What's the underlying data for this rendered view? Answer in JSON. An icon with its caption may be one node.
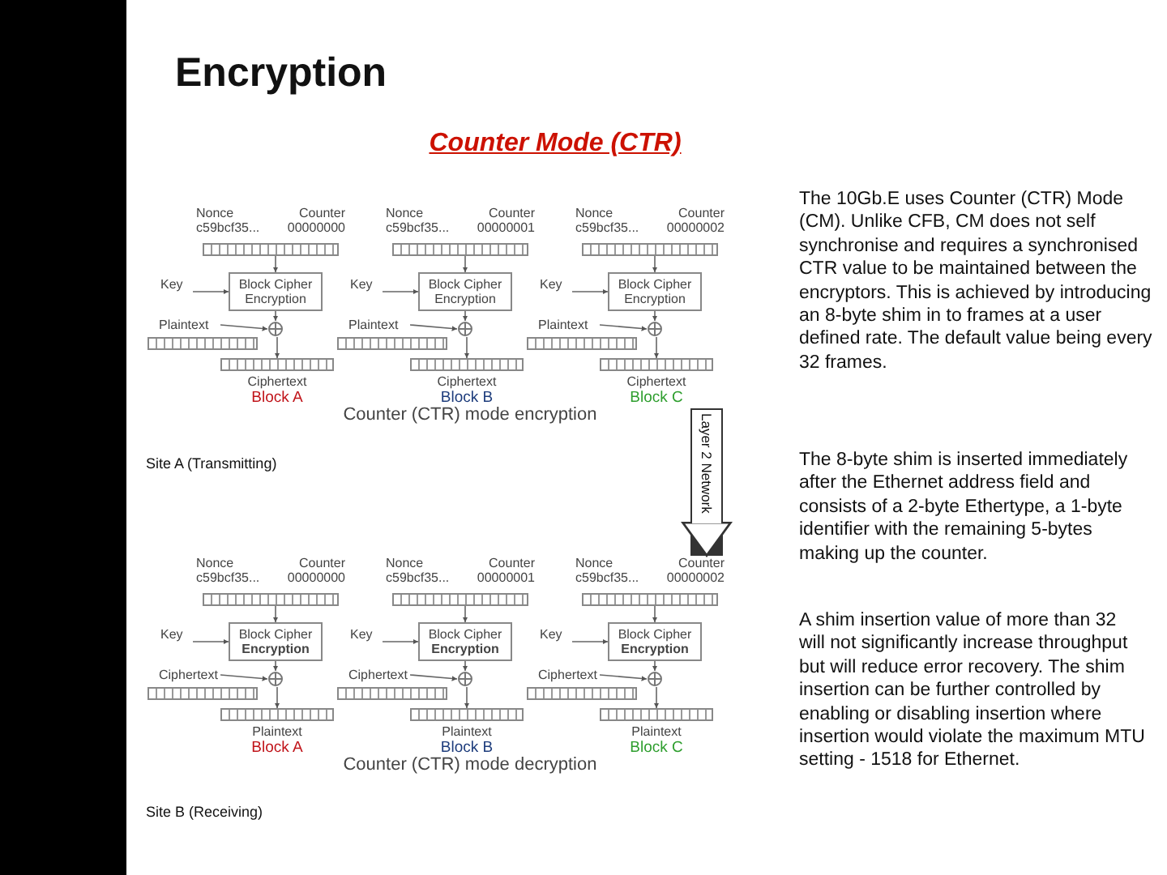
{
  "diagram": {
    "title": "Encryption",
    "nodes": [
      {
        "text": [
          "Nonce c59bcf35...",
          "Counter 00000000"
        ]
      },
      {
        "text": [
          "Key"
        ]
      },
      {
        "text": [
          "Block Cipher Encryption"
        ]
      },
      {
        "text": [],
        "shape": "circle"
      },
      {
        "text": [
          "Plaintext"
        ]
      },
      {
        "text": [
          "Ciphertext"
        ],
        "beside": [
          "Block A"
        ]
      },
      {
        "text": [
          "Nonce c59bcf35...",
          "Counter 00000001"
        ]
      },
      {
        "text": [
          "Key"
        ]
      },
      {
        "text": [
          "Block Cipher Encryption"
        ]
      },
      {
        "text": [],
        "shape": "circle"
      },
      {
        "text": [
          "Plaintext"
        ]
      },
      {
        "text": [
          "Ciphertext"
        ],
        "beside": [
          "Block B"
        ]
      },
      {
        "text": [
          "Nonce c59bcf35...",
          "Counter 00000002"
        ]
      },
      {
        "text": [
          "Key"
        ]
      },
      {
        "text": [
          "Block Cipher Encryption"
        ]
      },
      {
        "text": [],
        "shape": "circle"
      },
      {
        "text": [
          "Plaintext"
        ]
      },
      {
        "text": [
          "Ciphertext"
        ],
        "beside": [
          "Block C"
        ]
      },
      {
        "text": [
          "Nonce c59bcf35...",
          "Counter 00000000"
        ]
      },
      {
        "text": [
          "Key"
        ]
      },
      {
        "text": [
          "Block Cipher **Encryption**"
        ]
      },
      {
        "text": [],
        "shape": "circle"
      },
      {
        "text": [
          "Ciphertext"
        ]
      },
      {
        "text": [
          "Plaintext"
        ],
        "beside": [
          "Block A"
        ]
      },
      {
        "text": [
          "Nonce c59bcf35...",
          "Counter 00000001"
        ]
      },
      {
        "text": [
          "Key"
        ]
      },
      {
        "text": [
          "Block Cipher **Encryption**"
        ]
      },
      {
        "text": [],
        "shape": "circle"
      },
      {
        "text": [
          "Ciphertext"
        ]
      },
      {
        "text": [
          "Plaintext"
        ],
        "beside": [
          "Block B"
        ]
      },
      {
        "text": [
          "Nonce c59bcf35...",
          "Counter 00000002"
        ]
      },
      {
        "text": [
          "Key"
        ]
      },
      {
        "text": [
          "Block Cipher **Encryption**"
        ]
      },
      {
        "text": [],
        "shape": "circle"
      },
      {
        "text": [
          "Ciphertext"
        ]
      },
      {
        "text": [
          "Plaintext"
        ],
        "beside": [
          "Block C"
        ]
      }
    ],
    "edges": [
      {
        "from": 0,
        "to": 2,
        "arrow": "to"
      },
      {
        "from": 1,
        "to": 2,
        "arrow": "to"
      },
      {
        "from": 2,
        "to": 3,
        "arrow": "to"
      },
      {
        "from": 4,
        "to": 3,
        "arrow": "to"
      },
      {
        "from": 3,
        "to": 5,
        "arrow": "to"
      },
      {
        "from": 6,
        "to": 8,
        "arrow": "to"
      },
      {
        "from": 7,
        "to": 8,
        "arrow": "to"
      },
      {
        "from": 8,
        "to": 9,
        "arrow": "to"
      },
      {
        "from": 10,
        "to": 9,
        "arrow": "to"
      },
      {
        "from": 9,
        "to": 11,
        "arrow": "to"
      },
      {
        "from": 12,
        "to": 14,
        "arrow": "to"
      },
      {
        "from": 13,
        "to": 14,
        "arrow": "to"
      },
      {
        "from": 14,
        "to": 15,
        "arrow": "to"
      },
      {
        "from": 16,
        "to": 15,
        "arrow": "to"
      },
      {
        "from": 15,
        "to": 17,
        "arrow": "to"
      },
      {
        "from": 18,
        "to": 20,
        "arrow": "to"
      },
      {
        "from": 19,
        "to": 20,
        "arrow": "to"
      },
      {
        "from": 20,
        "to": 21,
        "arrow": "to"
      },
      {
        "from": 22,
        "to": 21,
        "arrow": "to"
      },
      {
        "from": 21,
        "to": 23,
        "arrow": "to"
      },
      {
        "from": 24,
        "to": 26,
        "arrow": "to"
      },
      {
        "from": 25,
        "to": 26,
        "arrow": "to"
      },
      {
        "from": 26,
        "to": 27,
        "arrow": "to"
      },
      {
        "from": 28,
        "to": 27,
        "arrow": "to"
      },
      {
        "from": 27,
        "to": 29,
        "arrow": "to"
      },
      {
        "from": 30,
        "to": 32,
        "arrow": "to"
      },
      {
        "from": 31,
        "to": 32,
        "arrow": "to"
      },
      {
        "from": 32,
        "to": 33,
        "arrow": "to"
      },
      {
        "from": 34,
        "to": 33,
        "arrow": "to"
      },
      {
        "from": 33,
        "to": 35,
        "arrow": "to"
      },
      {
        "from": 17,
        "to": 30,
        "arrow": "to",
        "label": "Layer 2 Network",
        "style": "thick"
      }
    ],
    "labels": [
      "Counter Mode (CTR)",
      "The 10Gb.E uses Counter (CTR) Mode (CM).  Unlike CFB, CM does not self synchronise and requires a synchronised CTR value to be maintained between the encryptors. This is achieved by introducing an 8-byte shim in to frames at a user defined rate. The default value being every 32 frames.",
      "Counter (CTR) mode encryption",
      "Site A (Transmitting)",
      "The 8-byte shim is inserted immediately after the Ethernet address field and consists of a 2-byte Ethertype, a 1-byte identifier with the remaining 5-bytes making up the counter.",
      "A shim insertion value of more than 32 will not significantly increase throughput but will reduce error recovery. The shim insertion can be further controlled by enabling or disabling insertion where insertion would violate the maximum MTU setting - 1518 for Ethernet.",
      "Counter (CTR) mode decryption",
      "Site B (Receiving)"
    ]
  }
}
